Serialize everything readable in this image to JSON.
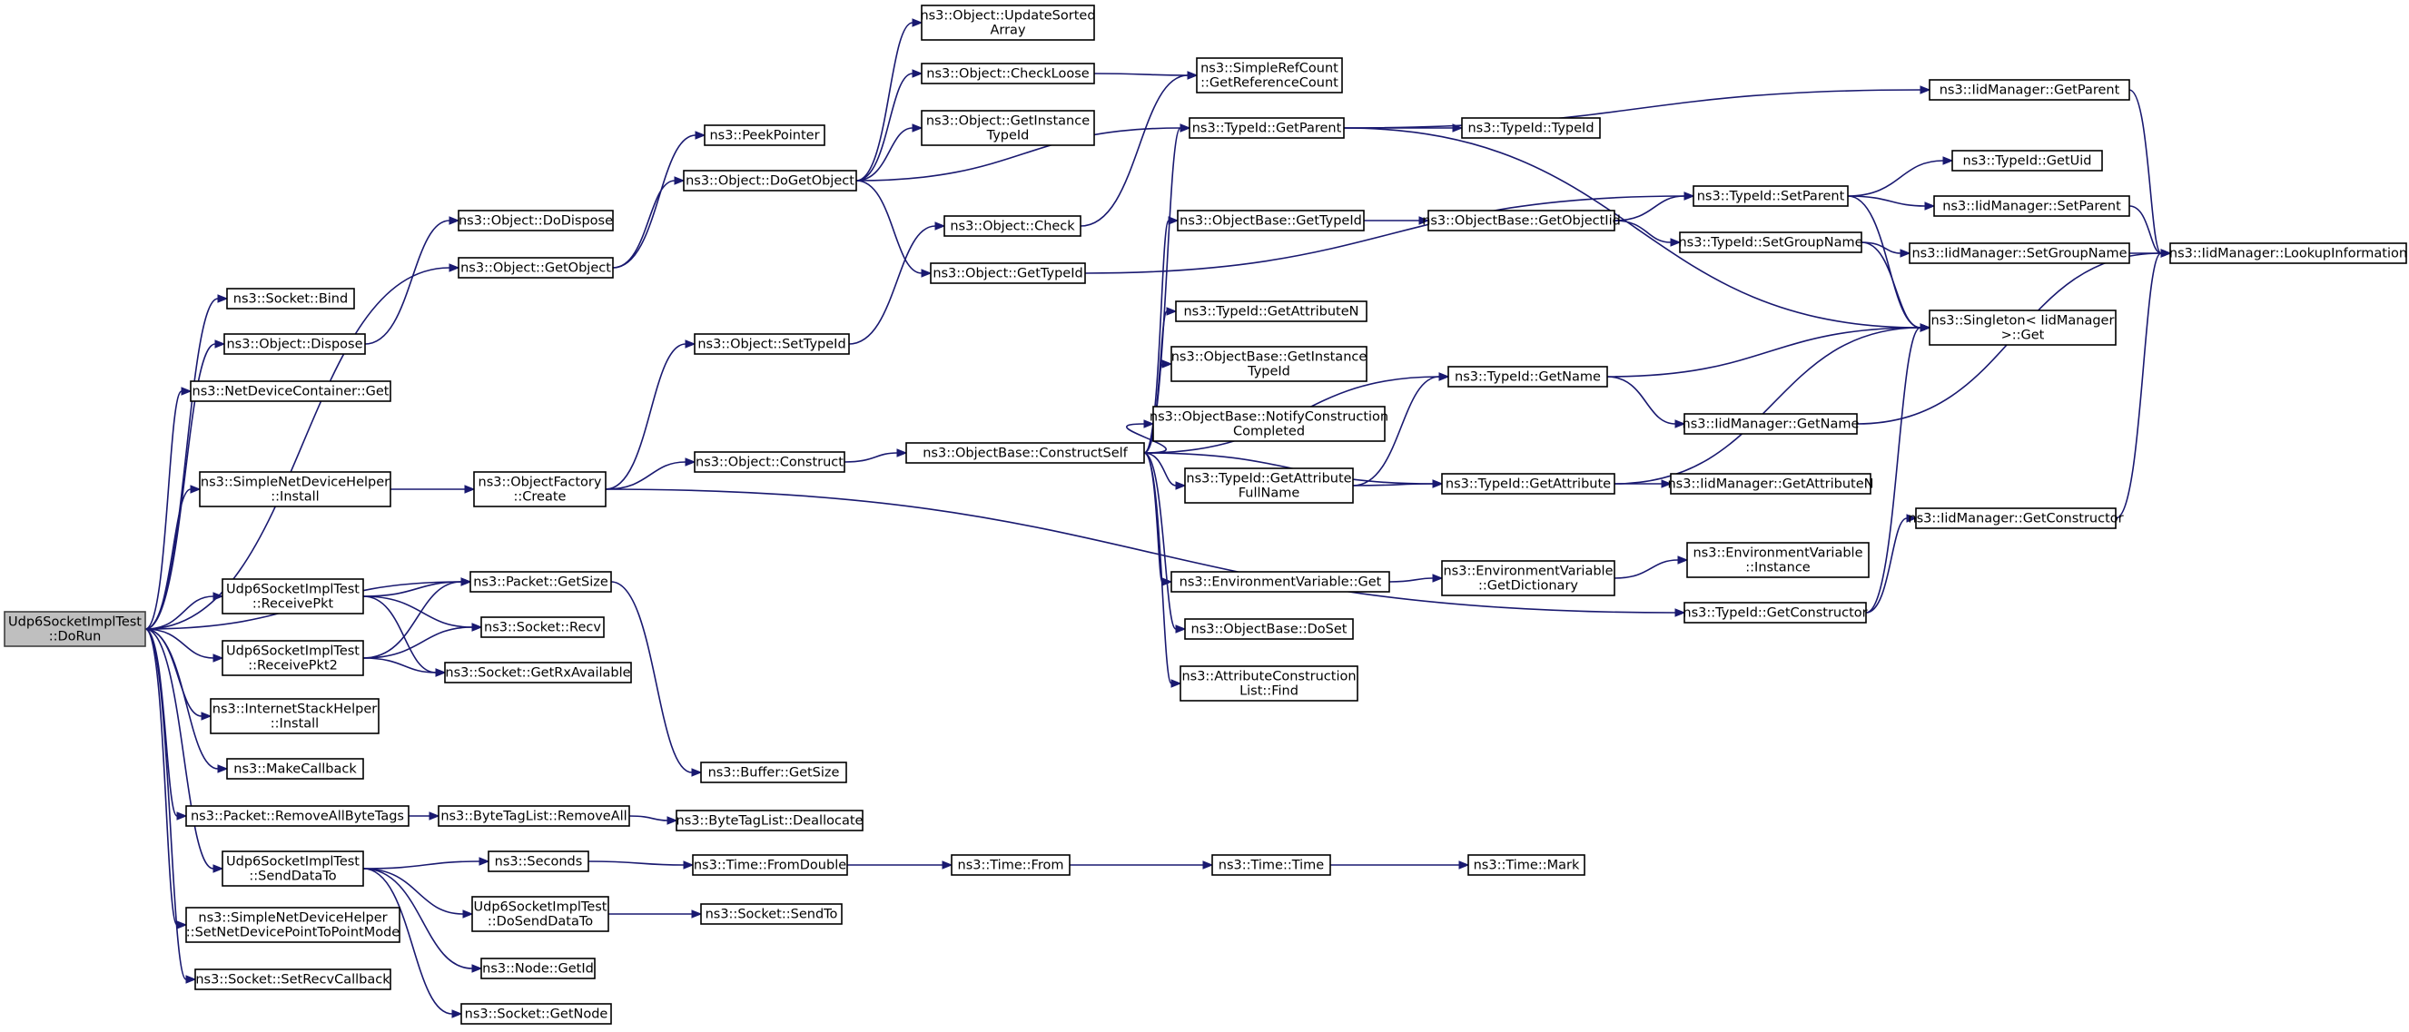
{
  "diagram": {
    "kind": "call-graph",
    "colors": {
      "edge": "#191970",
      "root_fill": "#bfbfbf",
      "node_fill": "#ffffff",
      "node_border": "#000000"
    },
    "nodes": [
      {
        "id": "n0",
        "lines": [
          "Udp6SocketImplTest",
          "::DoRun"
        ],
        "root": true
      },
      {
        "id": "n1",
        "lines": [
          "ns3::Socket::Bind"
        ]
      },
      {
        "id": "n2",
        "lines": [
          "ns3::Object::Dispose"
        ]
      },
      {
        "id": "n3",
        "lines": [
          "ns3::Object::DoDispose"
        ]
      },
      {
        "id": "n4",
        "lines": [
          "ns3::NetDeviceContainer::Get"
        ]
      },
      {
        "id": "n5",
        "lines": [
          "ns3::Object::GetObject"
        ]
      },
      {
        "id": "n6",
        "lines": [
          "ns3::PeekPointer"
        ]
      },
      {
        "id": "n7",
        "lines": [
          "ns3::Object::DoGetObject"
        ]
      },
      {
        "id": "n8",
        "lines": [
          "ns3::Object::UpdateSorted",
          "Array"
        ]
      },
      {
        "id": "n9",
        "lines": [
          "ns3::Object::CheckLoose"
        ]
      },
      {
        "id": "n10",
        "lines": [
          "ns3::SimpleRefCount",
          "::GetReferenceCount"
        ]
      },
      {
        "id": "n11",
        "lines": [
          "ns3::Object::GetInstance",
          "TypeId"
        ]
      },
      {
        "id": "n12",
        "lines": [
          "ns3::TypeId::GetParent"
        ]
      },
      {
        "id": "n13",
        "lines": [
          "ns3::TypeId::TypeId"
        ]
      },
      {
        "id": "n14",
        "lines": [
          "ns3::IidManager::GetParent"
        ]
      },
      {
        "id": "n15",
        "lines": [
          "ns3::IidManager::LookupInformation"
        ]
      },
      {
        "id": "n16",
        "lines": [
          "ns3::Singleton< IidManager",
          ">::Get"
        ]
      },
      {
        "id": "n17",
        "lines": [
          "ns3::Object::GetTypeId"
        ]
      },
      {
        "id": "n18",
        "lines": [
          "ns3::Object::Check"
        ]
      },
      {
        "id": "n19",
        "lines": [
          "ns3::TypeId::SetParent"
        ]
      },
      {
        "id": "n20",
        "lines": [
          "ns3::TypeId::GetUid"
        ]
      },
      {
        "id": "n21",
        "lines": [
          "ns3::IidManager::SetParent"
        ]
      },
      {
        "id": "n22",
        "lines": [
          "ns3::TypeId::SetGroupName"
        ]
      },
      {
        "id": "n23",
        "lines": [
          "ns3::IidManager::SetGroupName"
        ]
      },
      {
        "id": "n24",
        "lines": [
          "ns3::ObjectBase::GetTypeId"
        ]
      },
      {
        "id": "n25",
        "lines": [
          "ns3::ObjectBase::GetObjectIid"
        ]
      },
      {
        "id": "n26",
        "lines": [
          "ns3::Object::SetTypeId"
        ]
      },
      {
        "id": "n27",
        "lines": [
          "ns3::TypeId::GetAttributeN"
        ]
      },
      {
        "id": "n28",
        "lines": [
          "ns3::ObjectBase::GetInstance",
          "TypeId"
        ]
      },
      {
        "id": "n29",
        "lines": [
          "ns3::TypeId::GetName"
        ]
      },
      {
        "id": "n30",
        "lines": [
          "ns3::IidManager::GetName"
        ]
      },
      {
        "id": "n31",
        "lines": [
          "ns3::ObjectBase::NotifyConstruction",
          "Completed"
        ]
      },
      {
        "id": "n32",
        "lines": [
          "ns3::SimpleNetDeviceHelper",
          "::Install"
        ]
      },
      {
        "id": "n33",
        "lines": [
          "ns3::ObjectFactory",
          "::Create"
        ]
      },
      {
        "id": "n34",
        "lines": [
          "ns3::Object::Construct"
        ]
      },
      {
        "id": "n35",
        "lines": [
          "ns3::ObjectBase::ConstructSelf"
        ]
      },
      {
        "id": "n36",
        "lines": [
          "ns3::TypeId::GetAttribute",
          "FullName"
        ]
      },
      {
        "id": "n37",
        "lines": [
          "ns3::TypeId::GetAttribute"
        ]
      },
      {
        "id": "n38",
        "lines": [
          "ns3::IidManager::GetAttributeN"
        ]
      },
      {
        "id": "n39",
        "lines": [
          "ns3::IidManager::GetConstructor"
        ]
      },
      {
        "id": "n40",
        "lines": [
          "ns3::EnvironmentVariable",
          "::Instance"
        ]
      },
      {
        "id": "n41",
        "lines": [
          "ns3::Packet::GetSize"
        ]
      },
      {
        "id": "n42",
        "lines": [
          "ns3::EnvironmentVariable::Get"
        ]
      },
      {
        "id": "n43",
        "lines": [
          "ns3::EnvironmentVariable",
          "::GetDictionary"
        ]
      },
      {
        "id": "n44",
        "lines": [
          "Udp6SocketImplTest",
          "::ReceivePkt"
        ]
      },
      {
        "id": "n45",
        "lines": [
          "ns3::TypeId::GetConstructor"
        ]
      },
      {
        "id": "n46",
        "lines": [
          "ns3::Socket::Recv"
        ]
      },
      {
        "id": "n47",
        "lines": [
          "ns3::ObjectBase::DoSet"
        ]
      },
      {
        "id": "n48",
        "lines": [
          "Udp6SocketImplTest",
          "::ReceivePkt2"
        ]
      },
      {
        "id": "n49",
        "lines": [
          "ns3::Socket::GetRxAvailable"
        ]
      },
      {
        "id": "n50",
        "lines": [
          "ns3::AttributeConstruction",
          "List::Find"
        ]
      },
      {
        "id": "n51",
        "lines": [
          "ns3::InternetStackHelper",
          "::Install"
        ]
      },
      {
        "id": "n52",
        "lines": [
          "ns3::MakeCallback"
        ]
      },
      {
        "id": "n53",
        "lines": [
          "ns3::Buffer::GetSize"
        ]
      },
      {
        "id": "n54",
        "lines": [
          "ns3::Packet::RemoveAllByteTags"
        ]
      },
      {
        "id": "n55",
        "lines": [
          "ns3::ByteTagList::RemoveAll"
        ]
      },
      {
        "id": "n56",
        "lines": [
          "ns3::ByteTagList::Deallocate"
        ]
      },
      {
        "id": "n57",
        "lines": [
          "Udp6SocketImplTest",
          "::SendDataTo"
        ]
      },
      {
        "id": "n58",
        "lines": [
          "ns3::Seconds"
        ]
      },
      {
        "id": "n59",
        "lines": [
          "ns3::Time::FromDouble"
        ]
      },
      {
        "id": "n60",
        "lines": [
          "ns3::Time::From"
        ]
      },
      {
        "id": "n61",
        "lines": [
          "ns3::Time::Time"
        ]
      },
      {
        "id": "n62",
        "lines": [
          "ns3::Time::Mark"
        ]
      },
      {
        "id": "n63",
        "lines": [
          "Udp6SocketImplTest",
          "::DoSendDataTo"
        ]
      },
      {
        "id": "n64",
        "lines": [
          "ns3::Socket::SendTo"
        ]
      },
      {
        "id": "n65",
        "lines": [
          "ns3::SimpleNetDeviceHelper",
          "::SetNetDevicePointToPointMode"
        ]
      },
      {
        "id": "n66",
        "lines": [
          "ns3::Node::GetId"
        ]
      },
      {
        "id": "n67",
        "lines": [
          "ns3::Socket::SetRecvCallback"
        ]
      },
      {
        "id": "n68",
        "lines": [
          "ns3::Socket::GetNode"
        ]
      }
    ],
    "edges": [
      [
        "n0",
        "n1"
      ],
      [
        "n0",
        "n2"
      ],
      [
        "n0",
        "n4"
      ],
      [
        "n0",
        "n5"
      ],
      [
        "n0",
        "n32"
      ],
      [
        "n0",
        "n41"
      ],
      [
        "n0",
        "n44"
      ],
      [
        "n0",
        "n48"
      ],
      [
        "n0",
        "n51"
      ],
      [
        "n0",
        "n52"
      ],
      [
        "n0",
        "n54"
      ],
      [
        "n0",
        "n57"
      ],
      [
        "n0",
        "n65"
      ],
      [
        "n0",
        "n67"
      ],
      [
        "n2",
        "n3"
      ],
      [
        "n5",
        "n6"
      ],
      [
        "n5",
        "n7"
      ],
      [
        "n7",
        "n8"
      ],
      [
        "n7",
        "n9"
      ],
      [
        "n7",
        "n11"
      ],
      [
        "n7",
        "n12"
      ],
      [
        "n7",
        "n17"
      ],
      [
        "n9",
        "n10"
      ],
      [
        "n18",
        "n10"
      ],
      [
        "n12",
        "n13"
      ],
      [
        "n12",
        "n14"
      ],
      [
        "n12",
        "n16"
      ],
      [
        "n14",
        "n15"
      ],
      [
        "n17",
        "n19"
      ],
      [
        "n19",
        "n20"
      ],
      [
        "n19",
        "n21"
      ],
      [
        "n19",
        "n16"
      ],
      [
        "n21",
        "n15"
      ],
      [
        "n22",
        "n23"
      ],
      [
        "n22",
        "n16"
      ],
      [
        "n23",
        "n15"
      ],
      [
        "n32",
        "n33"
      ],
      [
        "n33",
        "n26"
      ],
      [
        "n33",
        "n34"
      ],
      [
        "n33",
        "n45"
      ],
      [
        "n26",
        "n18"
      ],
      [
        "n34",
        "n35"
      ],
      [
        "n35",
        "n12"
      ],
      [
        "n35",
        "n24"
      ],
      [
        "n35",
        "n27"
      ],
      [
        "n35",
        "n28"
      ],
      [
        "n35",
        "n29"
      ],
      [
        "n35",
        "n31"
      ],
      [
        "n35",
        "n36"
      ],
      [
        "n35",
        "n37"
      ],
      [
        "n35",
        "n42"
      ],
      [
        "n35",
        "n47"
      ],
      [
        "n35",
        "n50"
      ],
      [
        "n24",
        "n25"
      ],
      [
        "n25",
        "n19"
      ],
      [
        "n25",
        "n22"
      ],
      [
        "n29",
        "n16"
      ],
      [
        "n29",
        "n30"
      ],
      [
        "n30",
        "n15"
      ],
      [
        "n36",
        "n29"
      ],
      [
        "n36",
        "n37"
      ],
      [
        "n37",
        "n16"
      ],
      [
        "n37",
        "n38"
      ],
      [
        "n42",
        "n43"
      ],
      [
        "n43",
        "n40"
      ],
      [
        "n45",
        "n16"
      ],
      [
        "n45",
        "n39"
      ],
      [
        "n39",
        "n15"
      ],
      [
        "n41",
        "n53"
      ],
      [
        "n44",
        "n41"
      ],
      [
        "n44",
        "n46"
      ],
      [
        "n44",
        "n49"
      ],
      [
        "n48",
        "n41"
      ],
      [
        "n48",
        "n46"
      ],
      [
        "n48",
        "n49"
      ],
      [
        "n54",
        "n55"
      ],
      [
        "n55",
        "n56"
      ],
      [
        "n57",
        "n58"
      ],
      [
        "n57",
        "n63"
      ],
      [
        "n57",
        "n66"
      ],
      [
        "n57",
        "n68"
      ],
      [
        "n58",
        "n59"
      ],
      [
        "n59",
        "n60"
      ],
      [
        "n60",
        "n61"
      ],
      [
        "n61",
        "n62"
      ],
      [
        "n63",
        "n64"
      ]
    ]
  }
}
